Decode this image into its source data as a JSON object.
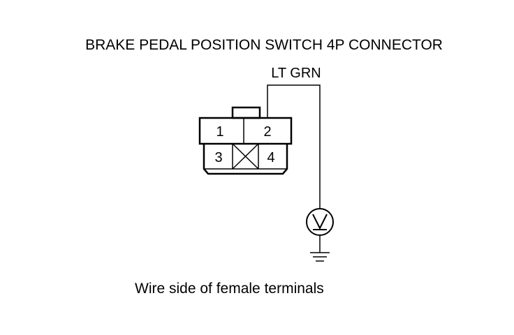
{
  "title": "BRAKE PEDAL POSITION SWITCH 4P CONNECTOR",
  "wire_label": "LT GRN",
  "terminals": {
    "t1": "1",
    "t2": "2",
    "t3": "3",
    "t4": "4"
  },
  "caption": "Wire side of female terminals",
  "icons": {
    "meter": "voltmeter-icon",
    "ground": "ground-icon"
  },
  "colors": {
    "line": "#000000",
    "background": "#ffffff"
  }
}
